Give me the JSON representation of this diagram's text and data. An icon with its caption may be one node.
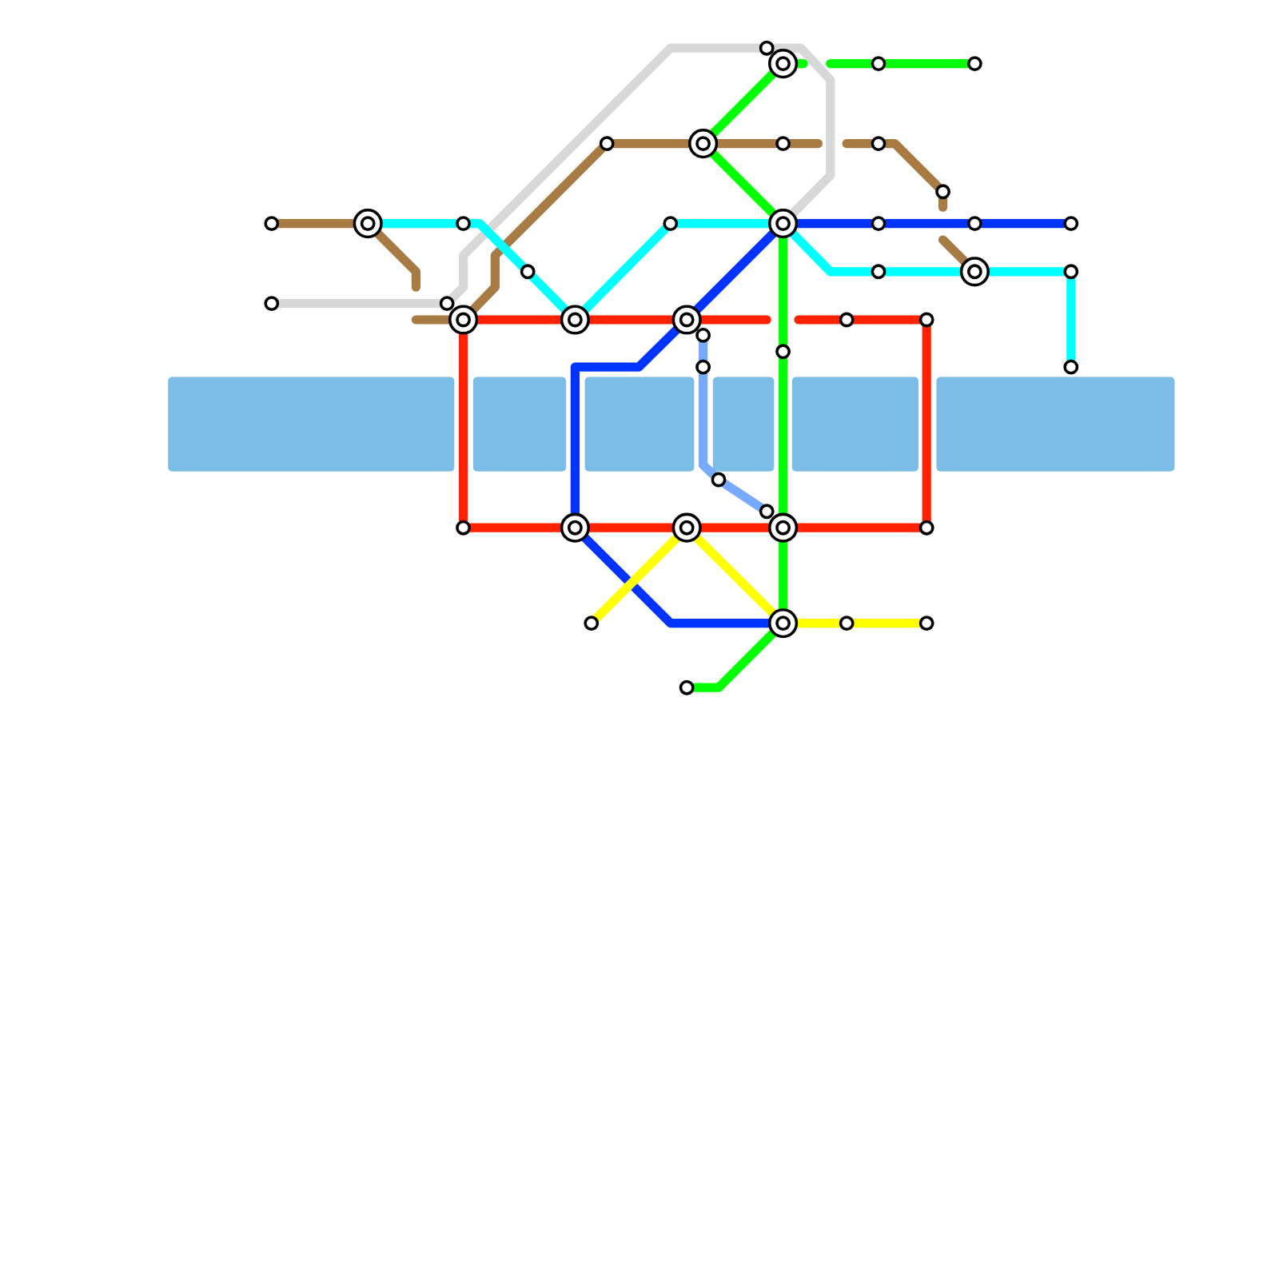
{
  "diagram": {
    "nodes": [
      {
        "text": [],
        "shape": "circle"
      },
      {
        "text": [],
        "shape": "circle"
      },
      {
        "text": [],
        "shape": "circle"
      },
      {
        "text": [],
        "shape": "circle"
      },
      {
        "text": [],
        "shape": "circle"
      },
      {
        "text": [],
        "shape": "circle"
      },
      {
        "text": [],
        "shape": "circle"
      },
      {
        "text": [],
        "shape": "circle"
      },
      {
        "text": [],
        "shape": "circle"
      },
      {
        "text": [],
        "shape": "circle"
      },
      {
        "text": [],
        "shape": "circle"
      },
      {
        "text": [],
        "shape": "circle"
      },
      {
        "text": [],
        "shape": "circle"
      },
      {
        "text": [],
        "shape": "circle"
      },
      {
        "text": [],
        "shape": "circle"
      },
      {
        "text": [],
        "shape": "circle"
      },
      {
        "text": [],
        "shape": "circle"
      },
      {
        "text": [],
        "shape": "circle"
      },
      {
        "text": [],
        "shape": "circle"
      },
      {
        "text": [],
        "shape": "circle"
      },
      {
        "text": [],
        "shape": "circle"
      },
      {
        "text": [],
        "shape": "circle"
      },
      {
        "text": [],
        "shape": "circle"
      },
      {
        "text": [],
        "shape": "circle"
      },
      {
        "text": [],
        "shape": "circle"
      },
      {
        "text": [],
        "shape": "circle"
      },
      {
        "text": [],
        "shape": "circle"
      },
      {
        "text": [],
        "shape": "circle"
      },
      {
        "text": [],
        "shape": "circle"
      },
      {
        "text": [],
        "shape": "circle"
      },
      {
        "text": [],
        "shape": "circle"
      },
      {
        "text": [],
        "shape": "circle"
      },
      {
        "text": [],
        "shape": "circle"
      },
      {
        "text": [],
        "shape": "circle"
      },
      {
        "text": [],
        "shape": "circle"
      },
      {
        "text": [],
        "shape": "circle"
      },
      {
        "text": [],
        "shape": "circle"
      },
      {
        "text": [],
        "shape": "circle"
      },
      {
        "text": [],
        "shape": "circle"
      },
      {
        "text": [],
        "shape": "circle"
      },
      {
        "text": [],
        "shape": "circle"
      },
      {
        "text": [],
        "shape": "circle"
      },
      {
        "text": [],
        "shape": "circle"
      },
      {
        "text": [],
        "shape": "circle"
      }
    ],
    "edges": [
      {
        "from": 0,
        "to": 1,
        "arrow": "none",
        "color": "#a87a44"
      },
      {
        "from": 1,
        "to": null,
        "arrow": "none",
        "color": "#a87a44"
      },
      {
        "from": null,
        "to": 5,
        "arrow": "none",
        "color": "#a87a44"
      },
      {
        "from": 5,
        "to": 8,
        "arrow": "none",
        "color": "#a87a44"
      },
      {
        "from": 8,
        "to": 11,
        "arrow": "none",
        "color": "#a87a44"
      },
      {
        "from": 11,
        "to": 14,
        "arrow": "none",
        "color": "#a87a44"
      },
      {
        "from": 14,
        "to": null,
        "arrow": "none",
        "color": "#a87a44"
      },
      {
        "from": null,
        "to": 21,
        "arrow": "none",
        "color": "#a87a44"
      },
      {
        "from": 21,
        "to": 22,
        "arrow": "none",
        "color": "#a87a44"
      },
      {
        "from": 22,
        "to": null,
        "arrow": "none",
        "color": "#a87a44"
      },
      {
        "from": null,
        "to": 27,
        "arrow": "none",
        "color": "#a87a44"
      },
      {
        "from": 3,
        "to": 4,
        "arrow": "none",
        "color": "#d8d8d8"
      },
      {
        "from": 4,
        "to": 12,
        "arrow": "none",
        "color": "#d8d8d8"
      },
      {
        "from": 12,
        "to": 15,
        "arrow": "none",
        "color": "#d8d8d8"
      },
      {
        "from": 1,
        "to": 2,
        "arrow": "none",
        "color": "#00ffff"
      },
      {
        "from": 2,
        "to": 6,
        "arrow": "none",
        "color": "#00ffff"
      },
      {
        "from": 6,
        "to": 7,
        "arrow": "none",
        "color": "#00ffff"
      },
      {
        "from": 7,
        "to": 9,
        "arrow": "none",
        "color": "#00ffff"
      },
      {
        "from": 9,
        "to": 15,
        "arrow": "none",
        "color": "#00ffff"
      },
      {
        "from": 15,
        "to": 26,
        "arrow": "none",
        "color": "#00ffff"
      },
      {
        "from": 26,
        "to": 27,
        "arrow": "none",
        "color": "#00ffff"
      },
      {
        "from": 27,
        "to": 28,
        "arrow": "none",
        "color": "#00ffff"
      },
      {
        "from": 28,
        "to": 29,
        "arrow": "none",
        "color": "#00ffff"
      },
      {
        "from": 5,
        "to": 7,
        "arrow": "none",
        "color": "#ff2200"
      },
      {
        "from": 7,
        "to": 10,
        "arrow": "none",
        "color": "#ff2200"
      },
      {
        "from": 10,
        "to": null,
        "arrow": "none",
        "color": "#ff2200"
      },
      {
        "from": null,
        "to": 30,
        "arrow": "none",
        "color": "#ff2200"
      },
      {
        "from": 30,
        "to": 31,
        "arrow": "none",
        "color": "#ff2200"
      },
      {
        "from": 31,
        "to": 38,
        "arrow": "none",
        "color": "#ff2200"
      },
      {
        "from": 38,
        "to": 37,
        "arrow": "none",
        "color": "#ff2200"
      },
      {
        "from": 37,
        "to": 34,
        "arrow": "none",
        "color": "#ff2200"
      },
      {
        "from": 34,
        "to": 33,
        "arrow": "none",
        "color": "#ff2200"
      },
      {
        "from": 33,
        "to": 32,
        "arrow": "none",
        "color": "#ff2200"
      },
      {
        "from": 32,
        "to": 5,
        "arrow": "none",
        "color": "#ff2200"
      },
      {
        "from": 25,
        "to": 24,
        "arrow": "none",
        "color": "#0033ff"
      },
      {
        "from": 24,
        "to": 23,
        "arrow": "none",
        "color": "#0033ff"
      },
      {
        "from": 23,
        "to": 15,
        "arrow": "none",
        "color": "#0033ff"
      },
      {
        "from": 15,
        "to": 10,
        "arrow": "none",
        "color": "#0033ff"
      },
      {
        "from": 10,
        "to": 33,
        "arrow": "none",
        "color": "#0033ff"
      },
      {
        "from": 33,
        "to": 40,
        "arrow": "none",
        "color": "#0033ff"
      },
      {
        "from": 16,
        "to": 17,
        "arrow": "none",
        "color": "#77aaff"
      },
      {
        "from": 17,
        "to": 35,
        "arrow": "none",
        "color": "#77aaff"
      },
      {
        "from": 35,
        "to": 36,
        "arrow": "none",
        "color": "#77aaff"
      },
      {
        "from": 13,
        "to": null,
        "arrow": "none",
        "color": "#00ff00"
      },
      {
        "from": null,
        "to": 19,
        "arrow": "none",
        "color": "#00ff00"
      },
      {
        "from": 19,
        "to": 20,
        "arrow": "none",
        "color": "#00ff00"
      },
      {
        "from": 13,
        "to": 11,
        "arrow": "none",
        "color": "#00ff00"
      },
      {
        "from": 11,
        "to": 15,
        "arrow": "none",
        "color": "#00ff00"
      },
      {
        "from": 15,
        "to": 18,
        "arrow": "none",
        "color": "#00ff00"
      },
      {
        "from": 18,
        "to": 37,
        "arrow": "none",
        "color": "#00ff00"
      },
      {
        "from": 37,
        "to": 40,
        "arrow": "none",
        "color": "#00ff00"
      },
      {
        "from": 40,
        "to": 43,
        "arrow": "none",
        "color": "#00ff00"
      },
      {
        "from": 39,
        "to": 34,
        "arrow": "none",
        "color": "#ffff00"
      },
      {
        "from": 34,
        "to": 40,
        "arrow": "none",
        "color": "#ffff00"
      },
      {
        "from": 40,
        "to": 41,
        "arrow": "none",
        "color": "#ffff00"
      },
      {
        "from": 41,
        "to": 42,
        "arrow": "none",
        "color": "#ffff00"
      }
    ]
  }
}
